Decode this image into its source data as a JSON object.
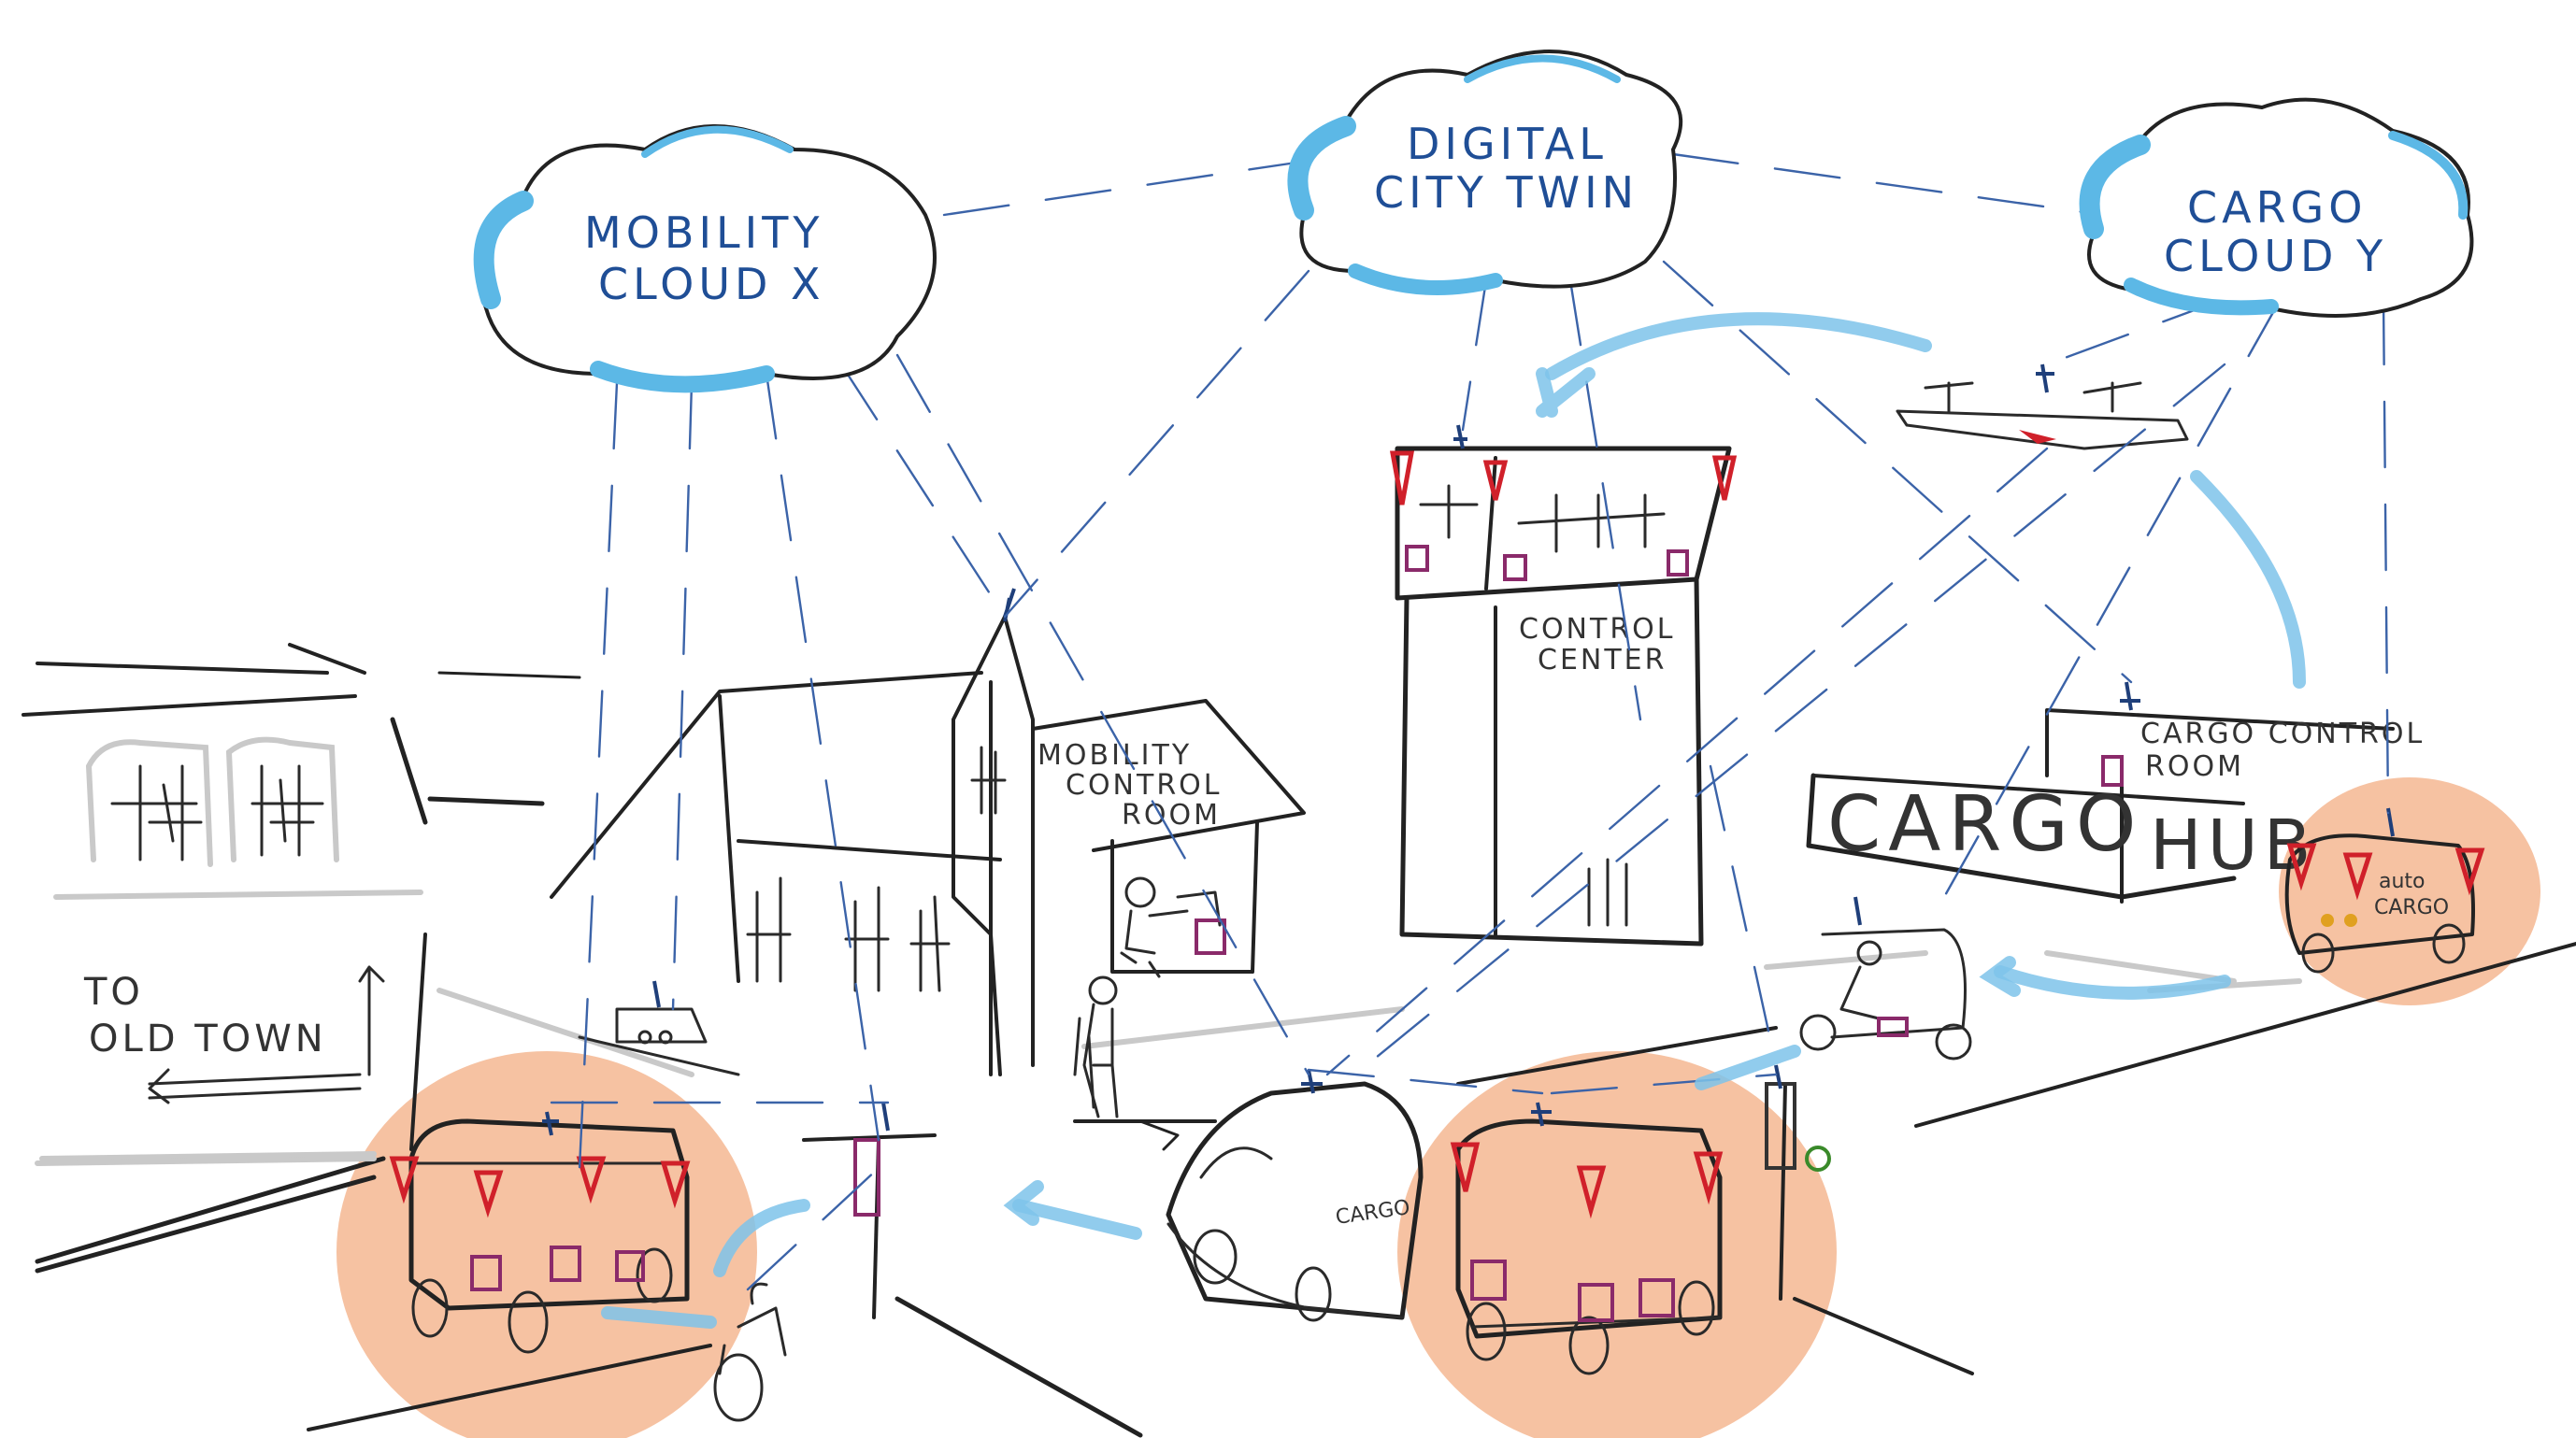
{
  "colors": {
    "cloud_fill": "#ffffff",
    "cloud_accent": "#5cb8e6",
    "cloud_text": "#1f4e96",
    "link_line": "#3b63a8",
    "flow_arrow": "#7ec3ea",
    "highlight_circle": "#f6c2a2",
    "sensor_red": "#d0202a",
    "box_purple": "#8a2a6a",
    "vehicle_green": "#3a8a2a",
    "person_orange": "#e0a020"
  },
  "clouds": {
    "mobility": {
      "line1": "MOBILITY",
      "line2": "CLOUD X"
    },
    "twin": {
      "line1": "DIGITAL",
      "line2": "CITY TWIN"
    },
    "cargo": {
      "line1": "CARGO",
      "line2": "CLOUD Y"
    }
  },
  "buildings": {
    "control_center": {
      "line1": "CONTROL",
      "line2": "CENTER"
    },
    "mobility_room": {
      "line1": "MOBILITY",
      "line2": "CONTROL",
      "line3": "ROOM"
    },
    "cargo_room": {
      "line1": "CARGO CONTROL",
      "line2": "ROOM"
    },
    "cargo_hub": {
      "word1": "CARGO",
      "word2": "HUB"
    }
  },
  "signs": {
    "old_town": {
      "line1": "TO",
      "line2": "OLD TOWN"
    }
  },
  "vehicles": {
    "delivery_van": {
      "label": "CARGO"
    },
    "auto_cargo": {
      "line1": "auto",
      "line2": "CARGO"
    }
  },
  "icons": [
    "cloud-icon",
    "antenna-icon",
    "sensor-icon",
    "drone-icon",
    "robot-icon",
    "bicycle-icon",
    "person-icon",
    "shuttle-icon",
    "flow-arrow-icon"
  ]
}
